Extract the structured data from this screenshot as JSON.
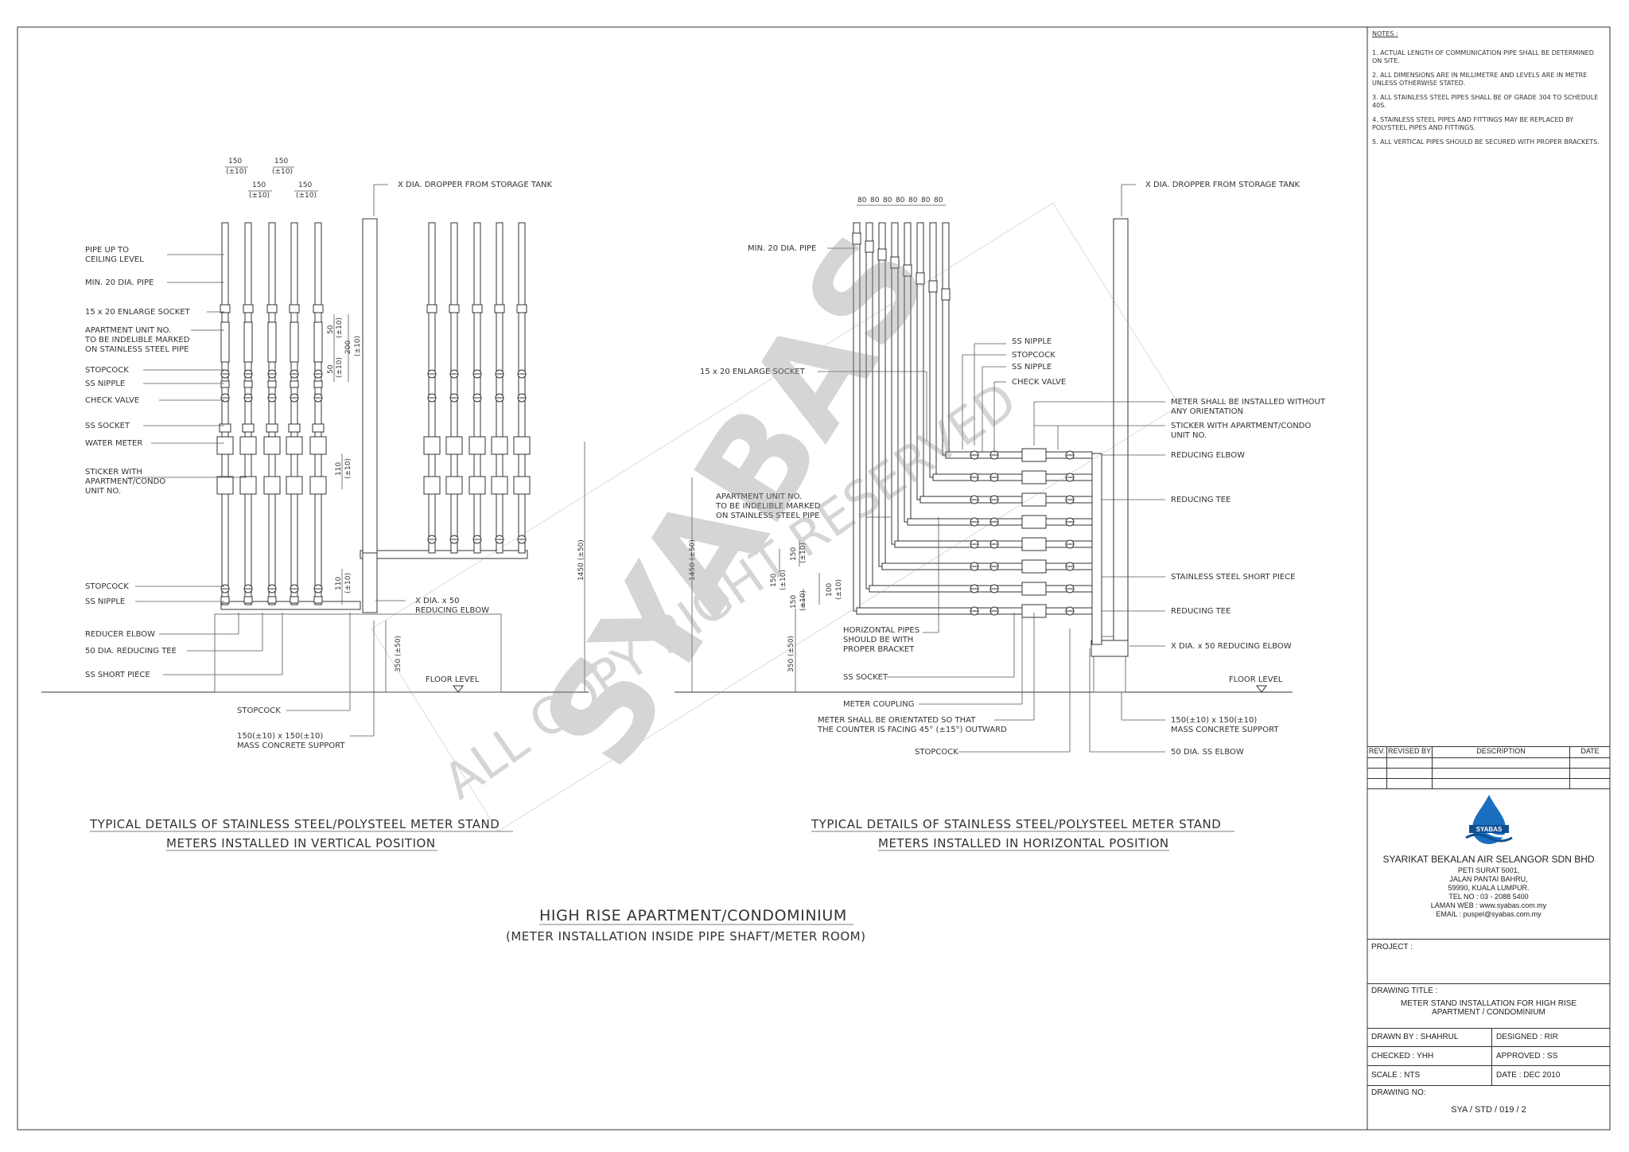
{
  "notes": {
    "heading": "NOTES :",
    "items": [
      "1. ACTUAL LENGTH OF COMMUNICATION PIPE SHALL BE DETERMINED ON SITE.",
      "2. ALL DIMENSIONS ARE IN MILLIMETRE AND LEVELS ARE IN METRE UNLESS OTHERWISE STATED.",
      "3. ALL STAINLESS STEEL PIPES SHALL BE OF GRADE 304 TO SCHEDULE 40S.",
      "4. STAINLESS STEEL PIPES AND FITTINGS MAY BE REPLACED BY POLYSTEEL PIPES AND FITTINGS.",
      "5. ALL VERTICAL PIPES SHOULD BE SECURED WITH PROPER BRACKETS."
    ]
  },
  "revision_table": {
    "headers": [
      "REV.",
      "REVISED BY",
      "DESCRIPTION",
      "DATE"
    ]
  },
  "company": {
    "logo_text": "SYABAS",
    "name": "SYARIKAT BEKALAN AIR SELANGOR SDN BHD",
    "address": [
      "PETI SURAT 5001,",
      "JALAN PANTAI BAHRU,",
      "59990, KUALA LUMPUR."
    ],
    "tel": "TEL NO : 03 - 2088 5400",
    "web": "LAMAN WEB : www.syabas.com.my",
    "email": "EMAIL : puspel@syabas.com.my"
  },
  "project_label": "PROJECT :",
  "drawing_title": {
    "label": "DRAWING TITLE :",
    "line1": "METER STAND INSTALLATION FOR HIGH RISE",
    "line2": "APARTMENT / CONDOMINIUM"
  },
  "info": {
    "drawn_by": "DRAWN BY : SHAHRUL",
    "designed": "DESIGNED :  RIR",
    "checked": "CHECKED :  YHH",
    "approved": "APPROVED :  SS",
    "scale": "SCALE : NTS",
    "date": "DATE :   DEC 2010"
  },
  "drawing_no": {
    "label": "DRAWING NO:",
    "value": "SYA / STD / 019 / 2"
  },
  "watermark": {
    "main": "SYABAS",
    "sub": "ALL COPY RIGHT RESERVED"
  },
  "left_diagram": {
    "labels": {
      "pipe_up": [
        "PIPE UP TO",
        "CEILING LEVEL"
      ],
      "min20": "MIN. 20 DIA. PIPE",
      "enlarge": "15 x 20 ENLARGE SOCKET",
      "apt_unit": [
        "APARTMENT UNIT NO.",
        "TO BE INDELIBLE MARKED",
        "ON STAINLESS STEEL PIPE"
      ],
      "stopcock": "STOPCOCK",
      "ss_nipple": "SS NIPPLE",
      "check_valve": "CHECK VALVE",
      "ss_socket": "SS SOCKET",
      "water_meter": "WATER METER",
      "sticker": [
        "STICKER WITH",
        "APARTMENT/CONDO",
        "UNIT NO."
      ],
      "stopcock2": "STOPCOCK",
      "ss_nipple2": "SS NIPPLE",
      "reducer_elbow": "REDUCER ELBOW",
      "reducing_tee": "50 DIA. REDUCING TEE",
      "ss_short": "SS SHORT PIECE",
      "dropper": "X DIA. DROPPER FROM STORAGE TANK",
      "reducing_elbow": [
        "X DIA. x 50",
        "REDUCING ELBOW"
      ],
      "floor": "FLOOR LEVEL",
      "stopcock3": "STOPCOCK",
      "support": [
        "150(±10) x 150(±10)",
        "MASS CONCRETE SUPPORT"
      ]
    },
    "dims": {
      "d150": "150",
      "d10": "(±10)",
      "d50": "50",
      "d200": "200",
      "d110": "110",
      "d1450": "1450 (±50)",
      "d350": "350 (±50)"
    },
    "title_line1": "TYPICAL DETAILS OF STAINLESS STEEL/POLYSTEEL METER STAND",
    "title_line2": "METERS INSTALLED IN VERTICAL POSITION"
  },
  "right_diagram": {
    "labels": {
      "dropper": "X DIA. DROPPER FROM STORAGE TANK",
      "min20": "MIN. 20 DIA. PIPE",
      "enlarge": "15 x 20 ENLARGE SOCKET",
      "ss_nipple": "SS NIPPLE",
      "stopcock": "STOPCOCK",
      "ss_nipple2": "SS NIPPLE",
      "check_valve": "CHECK VALVE",
      "meter_orient": [
        "METER SHALL BE INSTALLED WITHOUT",
        "ANY ORIENTATION"
      ],
      "sticker": [
        "STICKER WITH APARTMENT/CONDO",
        "UNIT NO."
      ],
      "reducing_elbow": "REDUCING ELBOW",
      "reducing_tee": "REDUCING TEE",
      "apt_unit": [
        "APARTMENT UNIT NO.",
        "TO BE INDELIBLE MARKED",
        "ON STAINLESS STEEL PIPE"
      ],
      "ss_short": "STAINLESS STEEL SHORT PIECE",
      "reducing_tee2": "REDUCING TEE",
      "x_elbow": "X DIA. x 50 REDUCING ELBOW",
      "horizontal": [
        "HORIZONTAL PIPES",
        "SHOULD BE WITH",
        "PROPER BRACKET"
      ],
      "ss_socket": "SS SOCKET",
      "floor": "FLOOR LEVEL",
      "meter_coupling": "METER COUPLING",
      "meter_counter": [
        "METER SHALL BE ORIENTATED SO THAT",
        "THE COUNTER IS FACING 45° (±15°) OUTWARD"
      ],
      "support": [
        "150(±10) x 150(±10)",
        "MASS CONCRETE SUPPORT"
      ],
      "stopcock2": "STOPCOCK",
      "ss_elbow": "50 DIA. SS ELBOW"
    },
    "dims": {
      "d80": "80",
      "d150": "150",
      "d10": "(±10)",
      "d100": "100",
      "d1450": "1450 (±50)",
      "d350": "350 (±50)"
    },
    "title_line1": "TYPICAL DETAILS OF STAINLESS STEEL/POLYSTEEL METER STAND",
    "title_line2": "METERS INSTALLED IN HORIZONTAL POSITION"
  },
  "main_title": {
    "line1": "HIGH RISE APARTMENT/CONDOMINIUM",
    "line2": "(METER INSTALLATION INSIDE PIPE SHAFT/METER ROOM)"
  }
}
